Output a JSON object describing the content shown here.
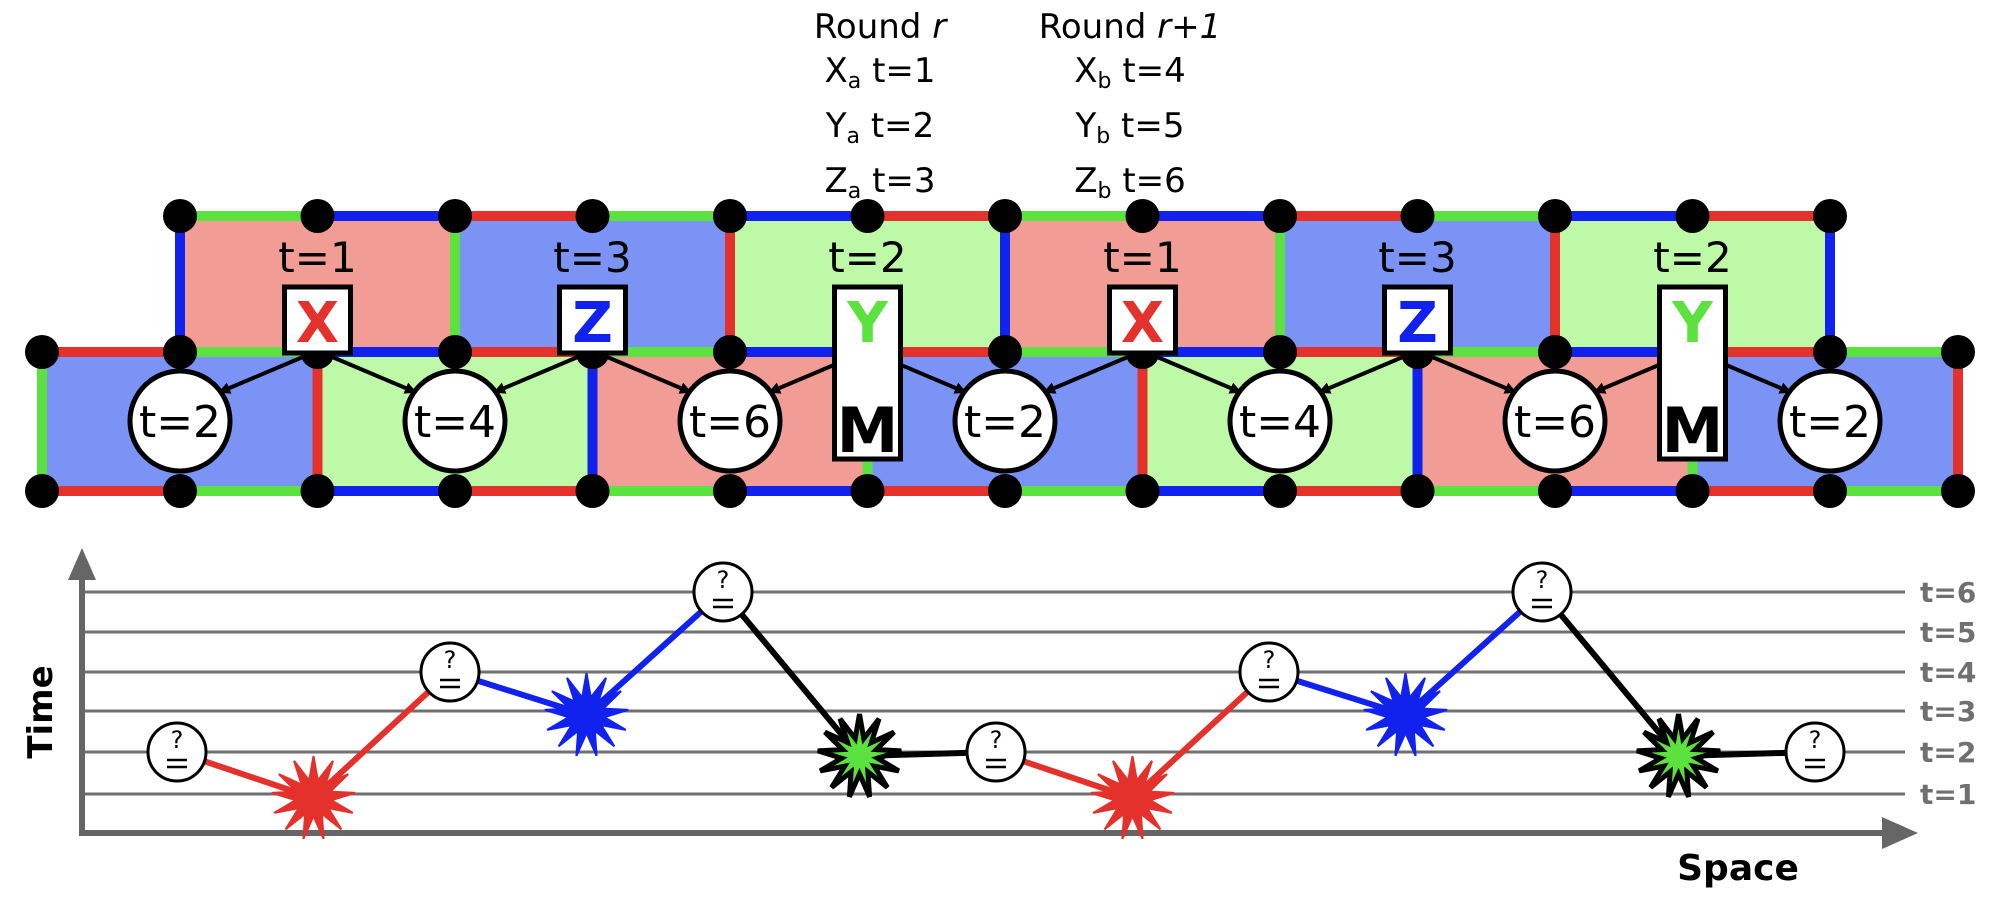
{
  "colors": {
    "red": "#e4312b",
    "blue": "#1122ee",
    "green": "#5be23f",
    "red_fill": "#f19c94",
    "blue_fill": "#7b93f5",
    "green_fill": "#bdf9a7",
    "axis": "#666666",
    "gridline": "#707070"
  },
  "captions": [
    {
      "title_word": "Round",
      "title_var": "r",
      "lines": [
        {
          "letter": "X",
          "sub": "a",
          "time": "t=1"
        },
        {
          "letter": "Y",
          "sub": "a",
          "time": "t=2"
        },
        {
          "letter": "Z",
          "sub": "a",
          "time": "t=3"
        }
      ]
    },
    {
      "title_word": "Round",
      "title_var": "r+1",
      "lines": [
        {
          "letter": "X",
          "sub": "b",
          "time": "t=4"
        },
        {
          "letter": "Y",
          "sub": "b",
          "time": "t=5"
        },
        {
          "letter": "Z",
          "sub": "b",
          "time": "t=6"
        }
      ]
    }
  ],
  "upper_plaquettes": [
    {
      "fill": "red_fill",
      "label": "t=1"
    },
    {
      "fill": "blue_fill",
      "label": "t=3"
    },
    {
      "fill": "green_fill",
      "label": "t=2"
    },
    {
      "fill": "red_fill",
      "label": "t=1"
    },
    {
      "fill": "blue_fill",
      "label": "t=3"
    },
    {
      "fill": "green_fill",
      "label": "t=2"
    }
  ],
  "lower_plaquettes": [
    {
      "fill": "blue_fill",
      "label": "t=2"
    },
    {
      "fill": "green_fill",
      "label": "t=4"
    },
    {
      "fill": "red_fill",
      "label": "t=6"
    },
    {
      "fill": "blue_fill",
      "label": "t=2"
    },
    {
      "fill": "green_fill",
      "label": "t=4"
    },
    {
      "fill": "red_fill",
      "label": "t=6"
    },
    {
      "fill": "blue_fill",
      "label": "t=2"
    }
  ],
  "check_boxes": [
    {
      "letter": "X",
      "color": "red"
    },
    {
      "letter": "Z",
      "color": "blue"
    },
    {
      "letter": "Y",
      "color": "green",
      "measure": "M"
    },
    {
      "letter": "X",
      "color": "red"
    },
    {
      "letter": "Z",
      "color": "blue"
    },
    {
      "letter": "Y",
      "color": "green",
      "measure": "M"
    }
  ],
  "timeline": {
    "y_label": "Time",
    "x_label": "Space",
    "levels": [
      "t=1",
      "t=2",
      "t=3",
      "t=4",
      "t=5",
      "t=6"
    ],
    "compare_symbol": "?",
    "path": [
      {
        "kind": "compare",
        "t": 2
      },
      {
        "kind": "burst",
        "t": 1,
        "color": "red"
      },
      {
        "kind": "compare",
        "t": 4
      },
      {
        "kind": "burst",
        "t": 3,
        "color": "blue"
      },
      {
        "kind": "compare",
        "t": 6
      },
      {
        "kind": "burst",
        "t": 2,
        "color": "green"
      },
      {
        "kind": "compare",
        "t": 2
      },
      {
        "kind": "burst",
        "t": 1,
        "color": "red"
      },
      {
        "kind": "compare",
        "t": 4
      },
      {
        "kind": "burst",
        "t": 3,
        "color": "blue"
      },
      {
        "kind": "compare",
        "t": 6
      },
      {
        "kind": "burst",
        "t": 2,
        "color": "green"
      },
      {
        "kind": "compare",
        "t": 2
      }
    ]
  }
}
